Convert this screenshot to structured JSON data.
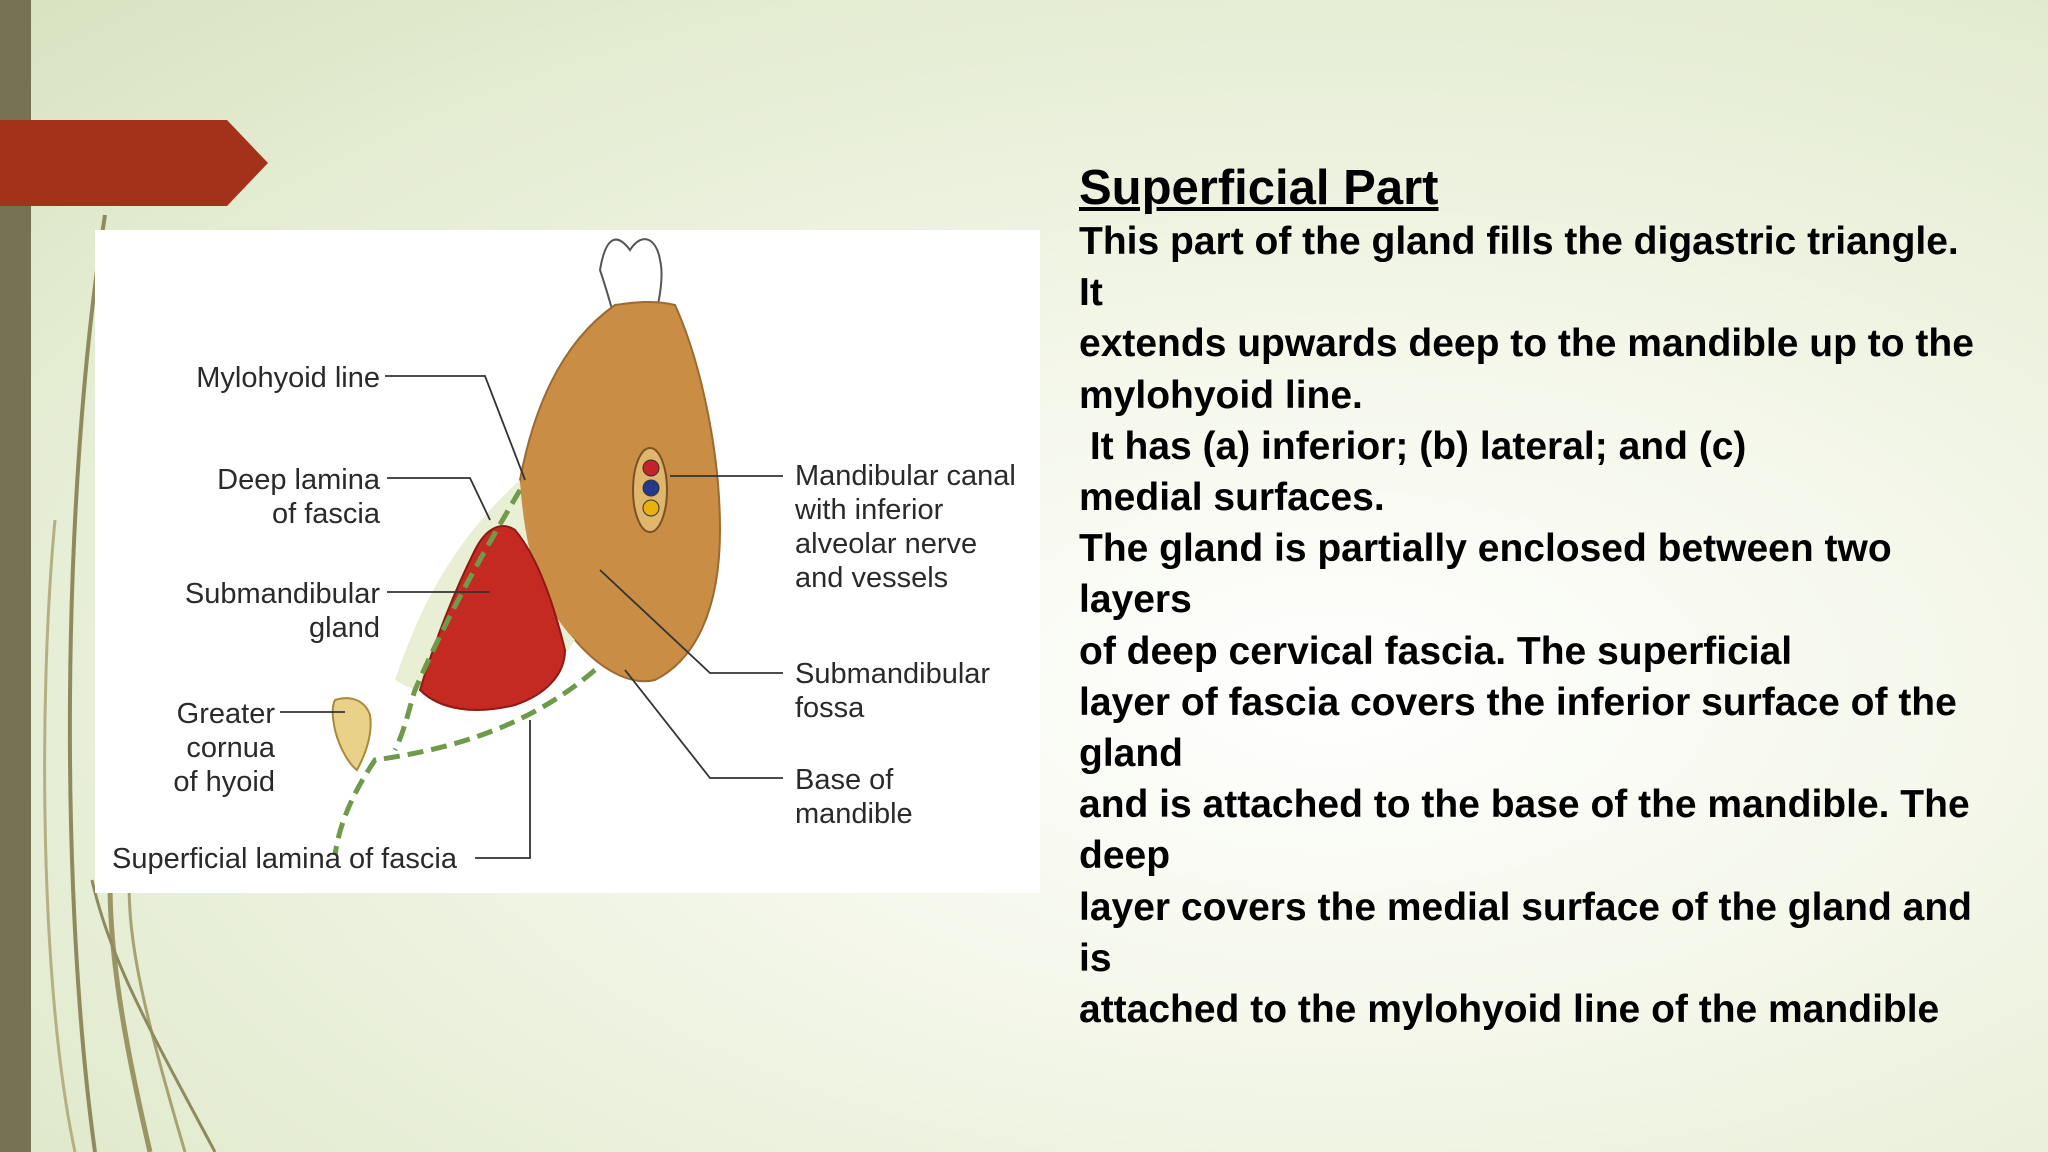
{
  "slide": {
    "heading": "Superficial Part",
    "lines": [
      "This part of the gland fills the digastric triangle.",
      "It",
      "extends upwards deep to the mandible up to the",
      "mylohyoid line.",
      " It has (a) inferior; (b) lateral; and (c)",
      "medial surfaces.",
      "The gland is partially enclosed between two",
      "layers",
      "of deep cervical fascia. The superficial",
      "layer of fascia covers the inferior surface of the",
      "gland",
      "and is attached to the base of the mandible. The",
      "deep",
      "layer covers the medial surface of the gland and",
      "is",
      "attached to the mylohyoid line of the mandible"
    ]
  },
  "diagram": {
    "labels": {
      "mylohyoid_line": "Mylohyoid line",
      "deep_lamina_1": "Deep lamina",
      "deep_lamina_2": "of fascia",
      "submandibular_gland_1": "Submandibular",
      "submandibular_gland_2": "gland",
      "greater_cornua_1": "Greater",
      "greater_cornua_2": "cornua",
      "greater_cornua_3": "of hyoid",
      "superficial_lamina": "Superficial lamina of fascia",
      "mandibular_canal_1": "Mandibular canal",
      "mandibular_canal_2": "with inferior",
      "mandibular_canal_3": "alveolar nerve",
      "mandibular_canal_4": "and vessels",
      "submandibular_fossa_1": "Submandibular",
      "submandibular_fossa_2": "fossa",
      "base_of_mandible_1": "Base of",
      "base_of_mandible_2": "mandible"
    }
  },
  "colors": {
    "accent": "#a4321a",
    "side_bar": "#787255",
    "bone": "#c98d45",
    "gland": "#c42a22",
    "fascia": "#6e9a4a"
  }
}
